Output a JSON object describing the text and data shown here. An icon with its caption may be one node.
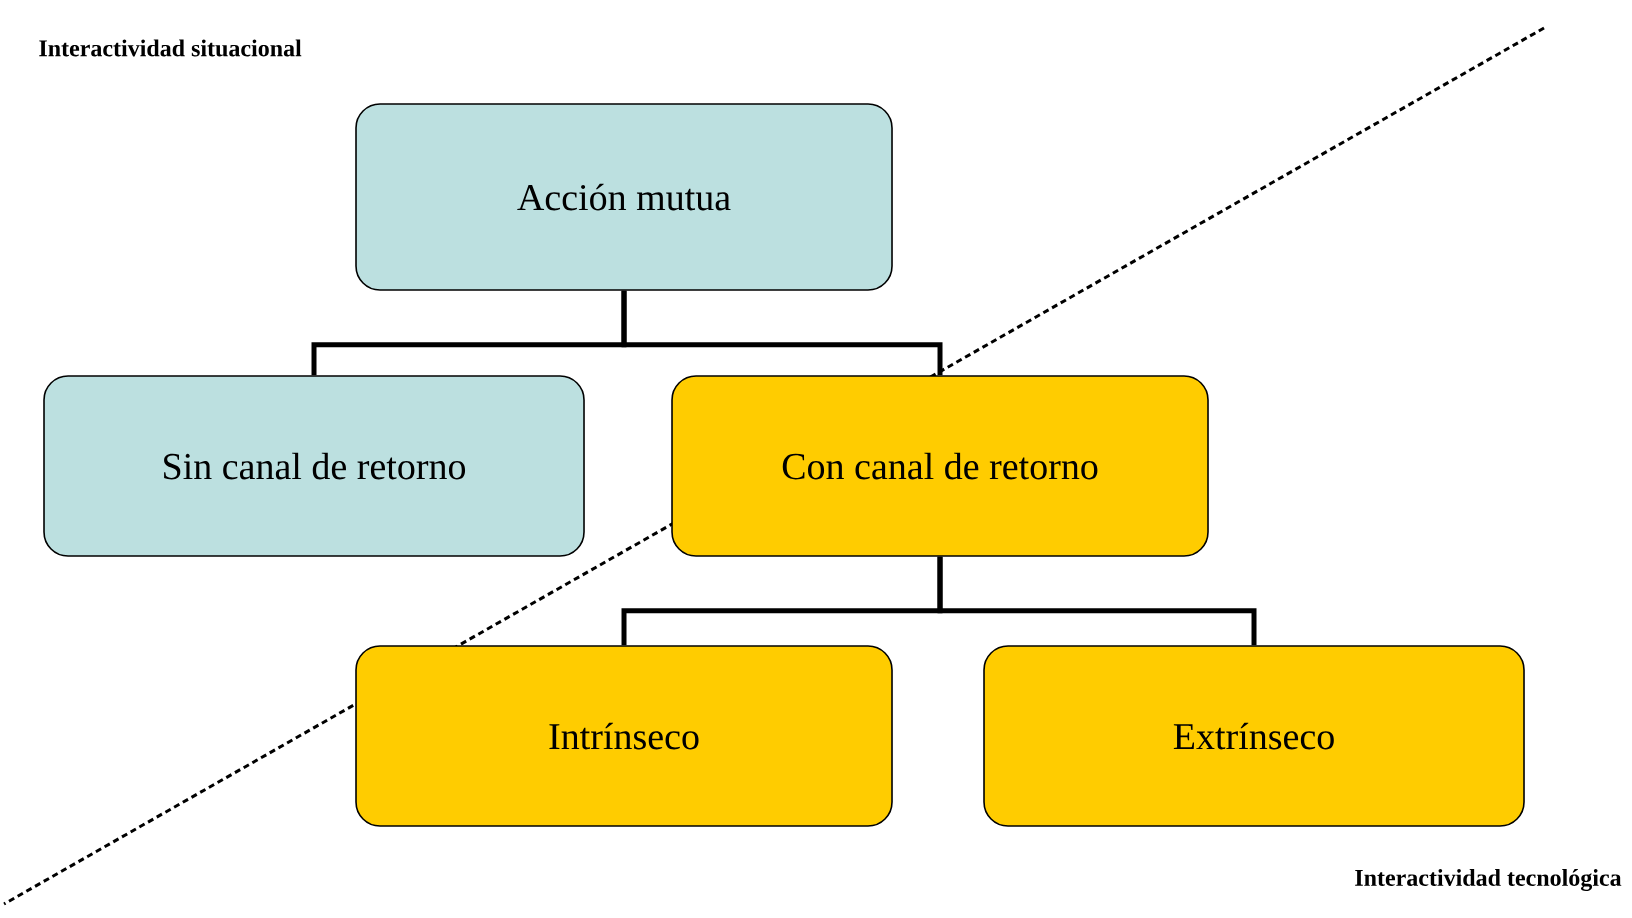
{
  "diagram": {
    "nodes": [
      {
        "text": [
          "Acción mutua"
        ]
      },
      {
        "text": [
          "Sin canal de retorno"
        ]
      },
      {
        "text": [
          "Con canal de retorno"
        ]
      },
      {
        "text": [
          "Intrínseco"
        ]
      },
      {
        "text": [
          "Extrínseco"
        ]
      }
    ],
    "edges": [
      {
        "from": 0,
        "to": 1,
        "arrow": "none"
      },
      {
        "from": 0,
        "to": 2,
        "arrow": "none"
      },
      {
        "from": 2,
        "to": 3,
        "arrow": "none"
      },
      {
        "from": 2,
        "to": 4,
        "arrow": "none"
      }
    ],
    "labels": [
      "Interactividad situacional",
      "Interactividad tecnológica"
    ]
  }
}
